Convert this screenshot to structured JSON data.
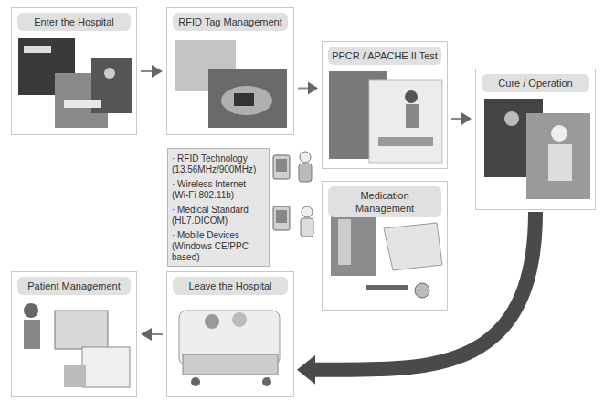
{
  "diagram": {
    "nodes": [
      {
        "text": [
          "Enter the Hospital"
        ]
      },
      {
        "text": [
          "RFID Tag Management"
        ]
      },
      {
        "text": [
          "PPCR / APACHE II Test"
        ]
      },
      {
        "text": [
          "Cure / Operation"
        ]
      },
      {
        "text": [
          "· RFID Technology (13.56MHz/900MHz)",
          "· Wireless Internet (Wi-Fi 802.11b)",
          "· Medical Standard (HL7.DICOM)",
          "· Mobile Devices (Windows CE/PPC based)"
        ]
      },
      {
        "text": [
          "Medication Management"
        ]
      },
      {
        "text": [
          "Patient Management"
        ]
      },
      {
        "text": [
          "Leave the Hospital"
        ]
      }
    ],
    "edges": [
      {
        "from": 0,
        "to": 1,
        "arrow": "to"
      },
      {
        "from": 1,
        "to": 2,
        "arrow": "to"
      },
      {
        "from": 2,
        "to": 3,
        "arrow": "to"
      },
      {
        "from": 3,
        "to": 7,
        "arrow": "to"
      },
      {
        "from": 7,
        "to": 6,
        "arrow": "to"
      }
    ]
  }
}
